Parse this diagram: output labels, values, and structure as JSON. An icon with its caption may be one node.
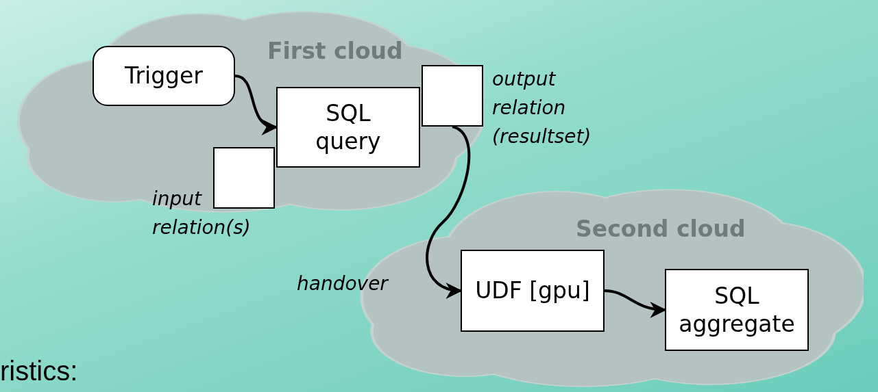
{
  "diagram": {
    "nodes": [
      {
        "text": [
          "First cloud"
        ]
      },
      {
        "text": [
          "Trigger"
        ],
        "in": 0
      },
      {
        "text": [
          "SQL query"
        ],
        "in": 0
      },
      {
        "text": [],
        "shape": "box",
        "in": 0,
        "beside": [
          "output relation (resultset)"
        ]
      },
      {
        "text": [],
        "shape": "box",
        "in": 0,
        "beside": [
          "input relation(s)"
        ]
      },
      {
        "text": [
          "Second cloud"
        ]
      },
      {
        "text": [
          "UDF [gpu]"
        ],
        "in": 5
      },
      {
        "text": [
          "SQL aggregate"
        ],
        "in": 5
      }
    ],
    "edges": [
      {
        "from": 1,
        "to": 2,
        "arrow": "to"
      },
      {
        "from": 3,
        "to": 6,
        "arrow": "to",
        "label": "handover"
      },
      {
        "from": 6,
        "to": 7,
        "arrow": "to"
      }
    ],
    "labels": [
      "ristics:"
    ]
  }
}
